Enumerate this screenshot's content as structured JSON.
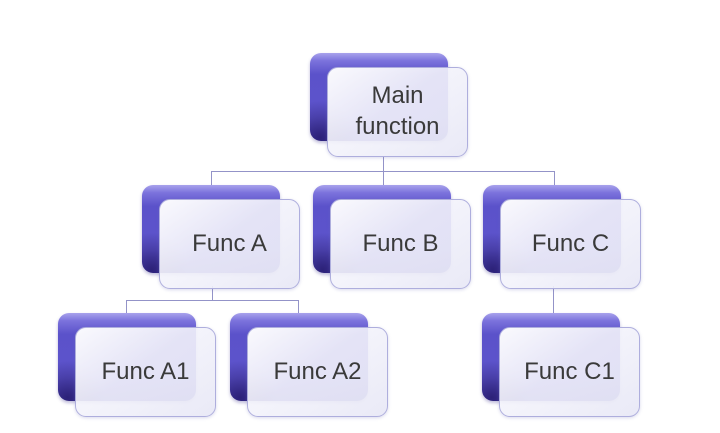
{
  "diagram": {
    "type": "hierarchy-org-chart",
    "background_color": "#FFFFFF",
    "node_style": {
      "panel_color": "#5B52CA",
      "panel_highlight": "#A8A2EC",
      "panel_shadow": "#2E2380",
      "card_fill": "#F2F2FA",
      "card_border": "#AEAEDD",
      "label_color": "#3A3A3A",
      "connector_color": "#9393C8"
    },
    "nodes": [
      {
        "id": "main",
        "label": "Main function",
        "parent": null
      },
      {
        "id": "func-a",
        "label": "Func A",
        "parent": "main"
      },
      {
        "id": "func-b",
        "label": "Func B",
        "parent": "main"
      },
      {
        "id": "func-c",
        "label": "Func C",
        "parent": "main"
      },
      {
        "id": "func-a1",
        "label": "Func A1",
        "parent": "func-a"
      },
      {
        "id": "func-a2",
        "label": "Func A2",
        "parent": "func-a"
      },
      {
        "id": "func-c1",
        "label": "Func C1",
        "parent": "func-c"
      }
    ]
  }
}
